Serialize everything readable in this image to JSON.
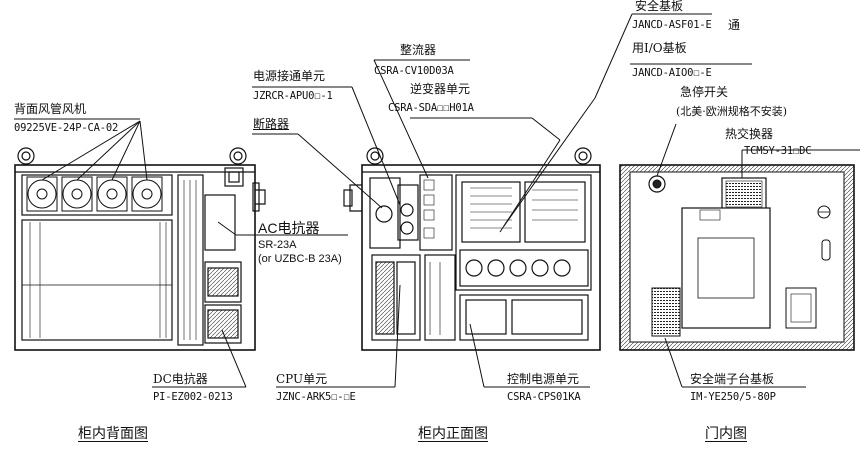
{
  "rear_view": {
    "caption": "柜内背面图",
    "duct_fan": {
      "name": "背面风管风机",
      "model": "09225VE-24P-CA-02"
    },
    "ac_reactor": {
      "name": "AC电抗器",
      "model": "SR-23A",
      "alt": "(or UZBC-B 23A)"
    },
    "dc_reactor": {
      "name": "DC电抗器",
      "model": "PI-EZ002-0213"
    }
  },
  "front_view": {
    "caption": "柜内正面图",
    "power_on_unit": {
      "name": "电源接通单元",
      "model": "JZRCR-APU0☐-1"
    },
    "breaker": {
      "name": "断路器"
    },
    "rectifier": {
      "name": "整流器",
      "model": "CSRA-CV10D03A"
    },
    "inverter": {
      "name": "逆变器单元",
      "model": "CSRA-SDA☐☐H01A"
    },
    "cpu_unit": {
      "name": "CPU单元",
      "model": "JZNC-ARK5☐-☐E"
    },
    "control_power": {
      "name": "控制电源单元",
      "model": "CSRA-CPS01KA"
    }
  },
  "door_view": {
    "caption": "门内图",
    "safety_board": {
      "name": "安全基板",
      "model": "JANCD-ASF01-E",
      "suffix": "通",
      "io_name": "用I/O基板",
      "io_model": "JANCD-AIO0☐-E"
    },
    "estop": {
      "name": "急停开关",
      "note": "(北美·欧洲规格不安装)"
    },
    "heat_exchanger": {
      "name": "热交换器",
      "model": "TCMSY-31☐DC"
    },
    "terminal_board": {
      "name": "安全端子台基板",
      "model": "IM-YE250/5-80P"
    }
  }
}
